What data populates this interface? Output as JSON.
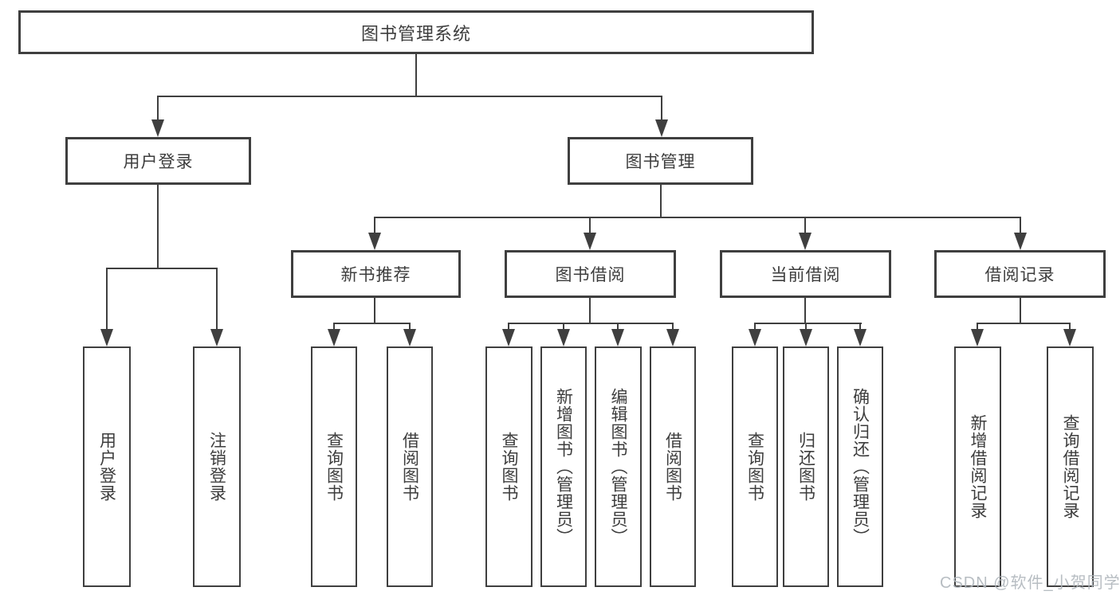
{
  "title": "图书管理系统",
  "level2": {
    "user_login": "用户登录",
    "book_mgmt": "图书管理"
  },
  "level3": {
    "new_books": "新书推荐",
    "book_borrow": "图书借阅",
    "current_borrow": "当前借阅",
    "borrow_records": "借阅记录"
  },
  "leaves": {
    "user_login": [
      "用户登录",
      "注销登录"
    ],
    "new_books": [
      "查询图书",
      "借阅图书"
    ],
    "book_borrow": [
      "查询图书",
      "新增图书（管理员）",
      "编辑图书（管理员）",
      "借阅图书"
    ],
    "current_borrow": [
      "查询图书",
      "归还图书",
      "确认归还（管理员）"
    ],
    "borrow_records": [
      "新增借阅记录",
      "查询借阅记录"
    ]
  },
  "watermark": "CSDN @软件_小贺同学",
  "colors": {
    "line": "#3f3f3f",
    "text": "#3d3d3d",
    "watermark": "#b0b6bc"
  }
}
